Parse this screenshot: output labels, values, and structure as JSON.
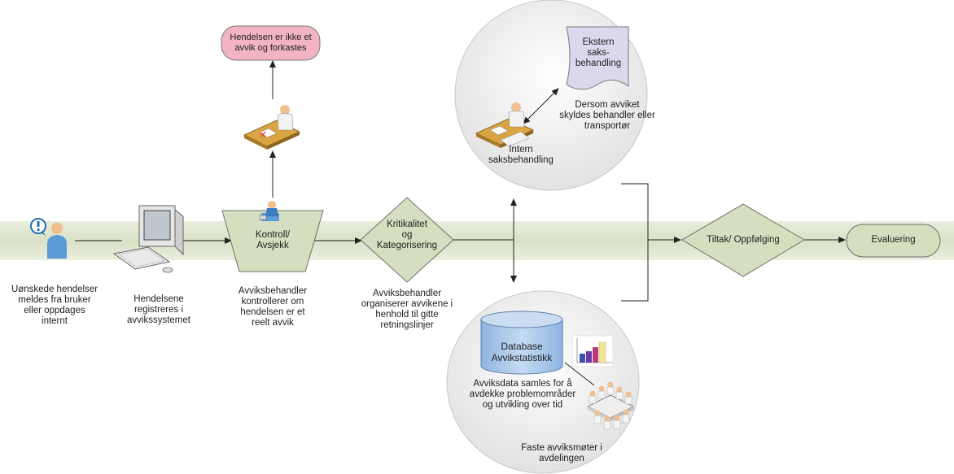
{
  "colors": {
    "band": "#dfe6cf",
    "shape_green": "#d5dfbf",
    "shape_stroke": "#6f6f6f",
    "pink": "#f2b3c3",
    "lavender": "#ddd7ee",
    "database": "#a9c7e8",
    "arrow": "#222222"
  },
  "nodes": {
    "reporter": {
      "icon": "person-exclamation-icon",
      "label": [
        "Uønskede hendelser",
        "meldes fra bruker",
        "eller oppdages",
        "internt"
      ]
    },
    "computer": {
      "icon": "computer-icon",
      "label": [
        "Hendelsene",
        "registreres i",
        "avvikssystemet"
      ]
    },
    "control": {
      "title": [
        "Kontroll/",
        "Avsjekk"
      ],
      "label": [
        "Avviksbehandler",
        "kontrollerer om",
        "hendelsen er et",
        "reelt avvik"
      ]
    },
    "rejected": {
      "text": [
        "Hendelsen er ikke et",
        "avvik og forkastes"
      ]
    },
    "categorize": {
      "title": [
        "Kritikalitet",
        "og",
        "Kategorisering"
      ],
      "label": [
        "Avviksbehandler",
        "organiserer avvikene i",
        "henhold til gitte",
        "retningslinjer"
      ]
    },
    "external": {
      "title": [
        "Ekstern",
        "saks-",
        "behandling"
      ],
      "label": [
        "Dersom avviket",
        "skyldes behandler eller",
        "transportør"
      ]
    },
    "internal": {
      "label": [
        "Intern",
        "saksbehandling"
      ]
    },
    "database": {
      "title": [
        "Database",
        "Avvikstatistikk"
      ],
      "label": [
        "Avviksdata samles for å",
        "avdekke problemområder",
        "og utvikling over tid"
      ]
    },
    "meetings": {
      "label": [
        "Faste avviksmøter i",
        "avdelingen"
      ]
    },
    "measures": {
      "title": "Tiltak/ Oppfølging"
    },
    "evaluation": {
      "title": "Evaluering"
    }
  }
}
